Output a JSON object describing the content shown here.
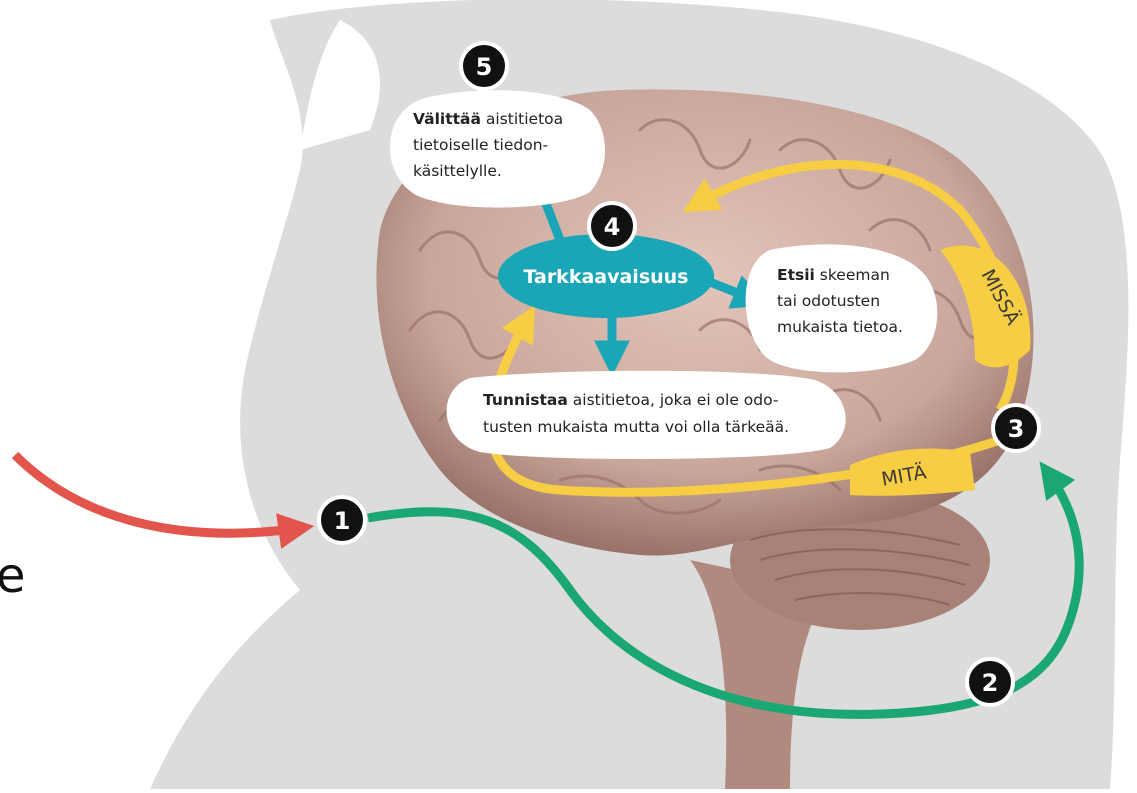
{
  "diagram": {
    "badges": {
      "b1": "1",
      "b2": "2",
      "b3": "3",
      "b4": "4",
      "b5": "5"
    },
    "center_label": "Tarkkaavaisuus",
    "bubbles": {
      "top": {
        "bold": "Välittää",
        "rest": " aistitietoa",
        "line2": "tietoiselle tiedon-",
        "line3": "käsittelylle."
      },
      "right": {
        "bold": "Etsii",
        "rest": " skeeman",
        "line2": "tai odotusten",
        "line3": "mukaista tietoa."
      },
      "bottom": {
        "bold": "Tunnistaa",
        "rest": " aistitietoa, joka ei ole odo-",
        "line2": "tusten mukaista mutta voi olla tärkeää."
      }
    },
    "path_labels": {
      "where": "MISSÄ",
      "what": "MITÄ"
    },
    "edge_text": "e"
  },
  "colors": {
    "silhouette": "#dcdcdc",
    "brain": "#c9a69b",
    "brain_shadow": "#9a7369",
    "teal": "#1aa6b7",
    "yellow": "#f7cd43",
    "green": "#1aa774",
    "red": "#e2554c",
    "badge": "#111111"
  }
}
